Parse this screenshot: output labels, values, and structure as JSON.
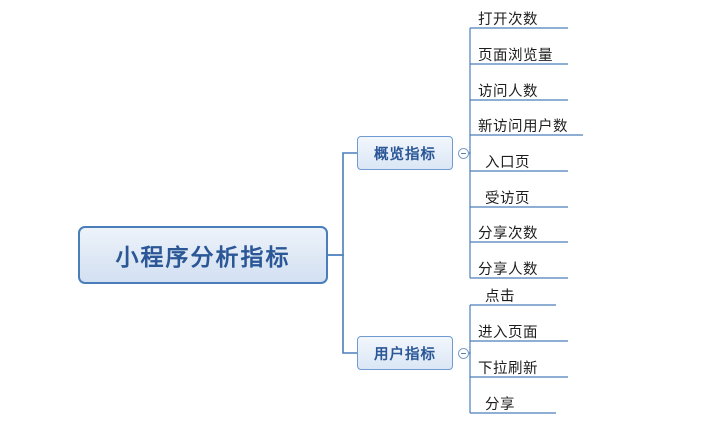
{
  "diagram": {
    "type": "mind-map",
    "root": {
      "label": "小程序分析指标"
    },
    "branches": [
      {
        "label": "概览指标",
        "collapse_icon": "minus-circle-icon",
        "leaves": [
          "打开次数",
          "页面浏览量",
          "访问人数",
          "新访问用户数",
          "入口页",
          "受访页",
          "分享次数",
          "分享人数"
        ]
      },
      {
        "label": "用户指标",
        "collapse_icon": "minus-circle-icon",
        "leaves": [
          "点击",
          "进入页面",
          "下拉刷新",
          "分享"
        ]
      }
    ],
    "colors": {
      "node_border": "#4a7ebb",
      "node_fill": "#dee8f5",
      "node_text": "#2b5797",
      "connector": "#4a7ebb",
      "leaf_text": "#1d1d1d",
      "background": "#ffffff"
    }
  }
}
